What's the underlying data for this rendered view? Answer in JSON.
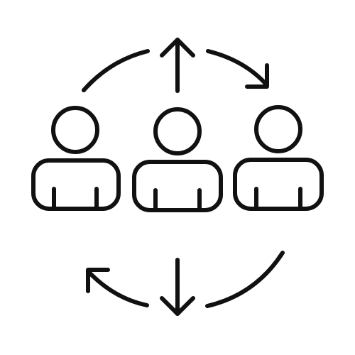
{
  "icon": {
    "semantic": "team-rotation-icon",
    "stroke_color": "#111111",
    "background": "#ffffff",
    "people_count": 3,
    "elements": {
      "people": [
        "person-icon",
        "person-icon",
        "person-icon"
      ],
      "arrows": [
        "arrow-up-icon",
        "arrow-curved-right-icon",
        "arrow-down-icon",
        "arrow-curved-left-icon"
      ],
      "arcs": [
        "arc-top-left",
        "arc-bottom-right"
      ]
    }
  }
}
